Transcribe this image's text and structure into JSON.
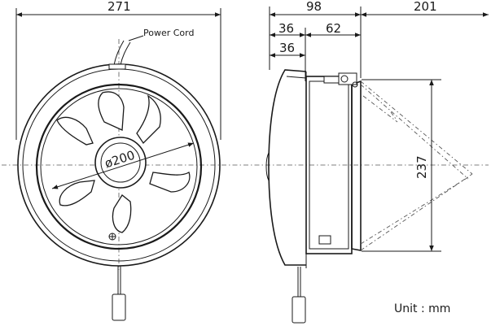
{
  "dimensions": {
    "front_width": "271",
    "side_total_depth": "98",
    "side_front_depth_upper": "36",
    "side_front_depth_lower": "36",
    "side_rear_depth": "62",
    "shutter_open_extent": "201",
    "height": "237",
    "blade_diameter": "ø200"
  },
  "labels": {
    "power_cord": "Power Cord",
    "unit_note": "Unit : mm"
  },
  "colors": {
    "line": "#1a1a1a",
    "background": "#ffffff"
  }
}
